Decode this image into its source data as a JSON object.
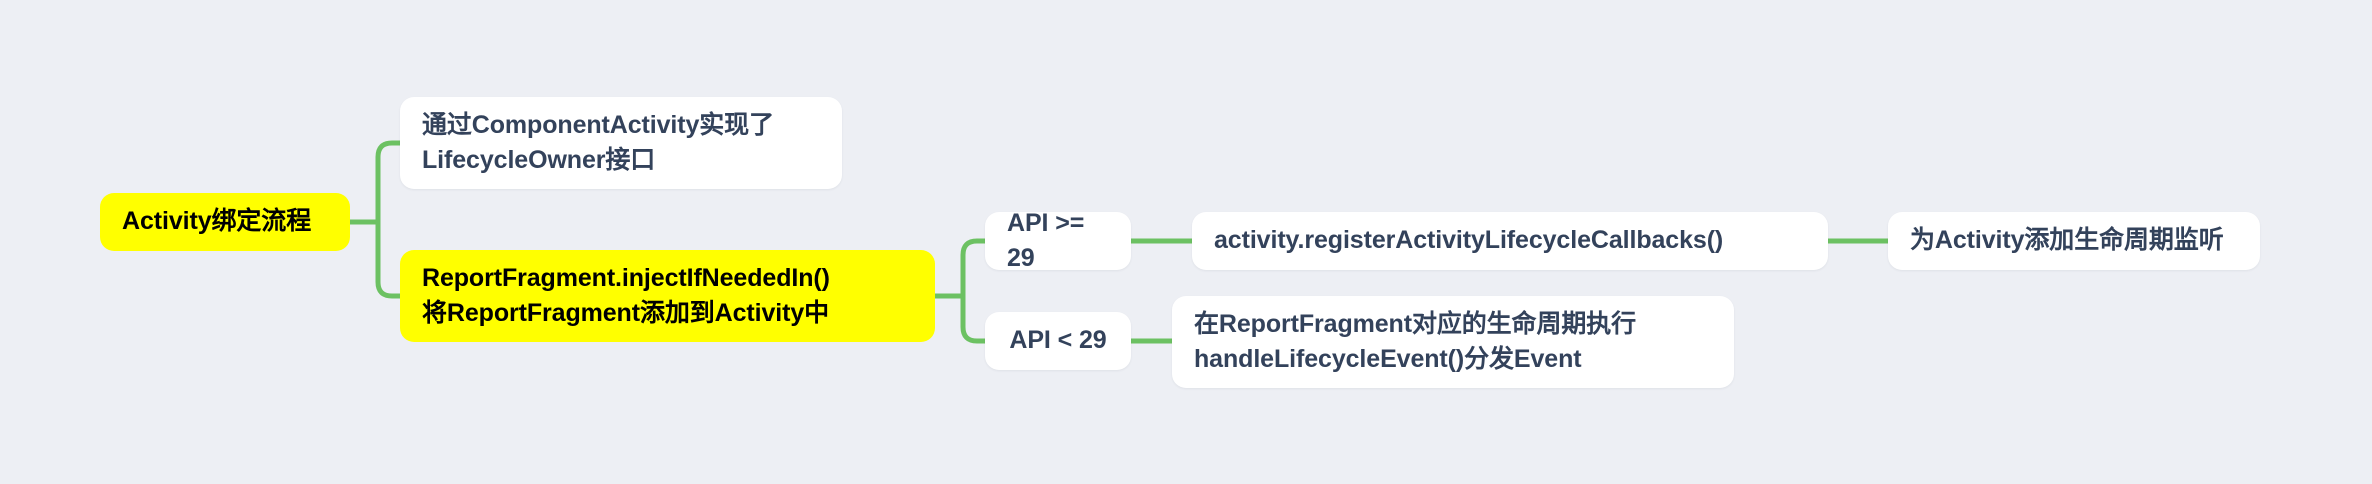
{
  "diagram": {
    "type": "mindmap",
    "title": "Activity绑定流程",
    "colors": {
      "background": "#edeff4",
      "connector": "#6cc162",
      "highlight": "#ffff00",
      "highlight_text": "#000000",
      "node_background": "#ffffff",
      "node_text": "#33425b"
    },
    "nodes": {
      "root": {
        "label": "Activity绑定流程",
        "style": "highlight"
      },
      "component_activity": {
        "label": "通过ComponentActivity实现了\nLifecycleOwner接口",
        "style": "plain"
      },
      "report_fragment": {
        "label": "ReportFragment.injectIfNeededIn()\n将ReportFragment添加到Activity中",
        "style": "highlight"
      },
      "api_ge_29": {
        "label": "API >= 29",
        "style": "plain"
      },
      "api_lt_29": {
        "label": "API < 29",
        "style": "plain"
      },
      "register_callbacks": {
        "label": "activity.registerActivityLifecycleCallbacks()",
        "style": "plain"
      },
      "add_observer": {
        "label": "为Activity添加生命周期监听",
        "style": "plain"
      },
      "handle_lifecycle_event": {
        "label": "在ReportFragment对应的生命周期执行\nhandleLifecycleEvent()分发Event",
        "style": "plain"
      }
    },
    "edges": [
      {
        "from": "root",
        "to": "component_activity"
      },
      {
        "from": "root",
        "to": "report_fragment"
      },
      {
        "from": "report_fragment",
        "to": "api_ge_29"
      },
      {
        "from": "report_fragment",
        "to": "api_lt_29"
      },
      {
        "from": "api_ge_29",
        "to": "register_callbacks"
      },
      {
        "from": "register_callbacks",
        "to": "add_observer"
      },
      {
        "from": "api_lt_29",
        "to": "handle_lifecycle_event"
      }
    ]
  }
}
